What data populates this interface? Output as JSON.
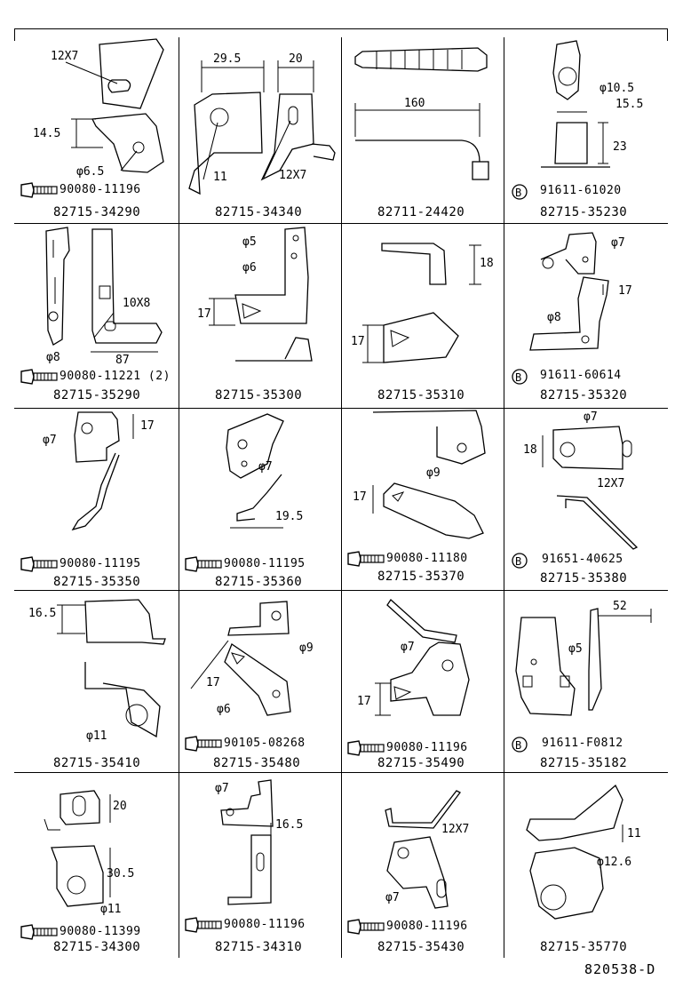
{
  "diagram_code": "820538-D",
  "cells": [
    {
      "part": "82715-34290",
      "fastener": "90080-11196",
      "fastener_type": "bolt",
      "dims": [
        "12X7",
        "14.5",
        "φ6.5"
      ]
    },
    {
      "part": "82715-34340",
      "fastener": "",
      "fastener_type": "",
      "dims": [
        "29.5",
        "20",
        "11",
        "12X7"
      ]
    },
    {
      "part": "82711-24420",
      "fastener": "",
      "fastener_type": "",
      "dims": [
        "160"
      ]
    },
    {
      "part": "82715-35230",
      "fastener": "91611-61020",
      "fastener_type": "circle",
      "dims": [
        "φ10.5",
        "15.5",
        "23"
      ]
    },
    {
      "part": "82715-35290",
      "fastener": "90080-11221 (2)",
      "fastener_type": "bolt",
      "dims": [
        "10X8",
        "87",
        "φ8"
      ]
    },
    {
      "part": "82715-35300",
      "fastener": "",
      "fastener_type": "",
      "dims": [
        "φ5",
        "φ6",
        "17"
      ]
    },
    {
      "part": "82715-35310",
      "fastener": "",
      "fastener_type": "",
      "dims": [
        "18",
        "17"
      ]
    },
    {
      "part": "82715-35320",
      "fastener": "91611-60614",
      "fastener_type": "circle",
      "dims": [
        "φ7",
        "17",
        "φ8"
      ]
    },
    {
      "part": "82715-35350",
      "fastener": "90080-11195",
      "fastener_type": "bolt",
      "dims": [
        "φ7",
        "17"
      ]
    },
    {
      "part": "82715-35360",
      "fastener": "90080-11195",
      "fastener_type": "bolt",
      "dims": [
        "φ7",
        "19.5"
      ]
    },
    {
      "part": "82715-35370",
      "fastener": "90080-11180",
      "fastener_type": "bolt",
      "dims": [
        "φ9",
        "17"
      ]
    },
    {
      "part": "82715-35380",
      "fastener": "91651-40625",
      "fastener_type": "circle",
      "dims": [
        "φ7",
        "18",
        "12X7"
      ]
    },
    {
      "part": "82715-35410",
      "fastener": "",
      "fastener_type": "",
      "dims": [
        "16.5",
        "φ11"
      ]
    },
    {
      "part": "82715-35480",
      "fastener": "90105-08268",
      "fastener_type": "bolt",
      "dims": [
        "φ9",
        "17",
        "φ6"
      ]
    },
    {
      "part": "82715-35490",
      "fastener": "90080-11196",
      "fastener_type": "bolt",
      "dims": [
        "φ7",
        "17"
      ]
    },
    {
      "part": "82715-35182",
      "fastener": "91611-F0812",
      "fastener_type": "circle",
      "dims": [
        "52",
        "φ5"
      ]
    },
    {
      "part": "82715-34300",
      "fastener": "90080-11399",
      "fastener_type": "bolt",
      "dims": [
        "20",
        "30.5",
        "φ11"
      ]
    },
    {
      "part": "82715-34310",
      "fastener": "90080-11196",
      "fastener_type": "bolt",
      "dims": [
        "φ7",
        "16.5"
      ]
    },
    {
      "part": "82715-35430",
      "fastener": "90080-11196",
      "fastener_type": "bolt",
      "dims": [
        "12X7",
        "φ7"
      ]
    },
    {
      "part": "82715-35770",
      "fastener": "",
      "fastener_type": "",
      "dims": [
        "11",
        "φ12.6"
      ]
    }
  ]
}
